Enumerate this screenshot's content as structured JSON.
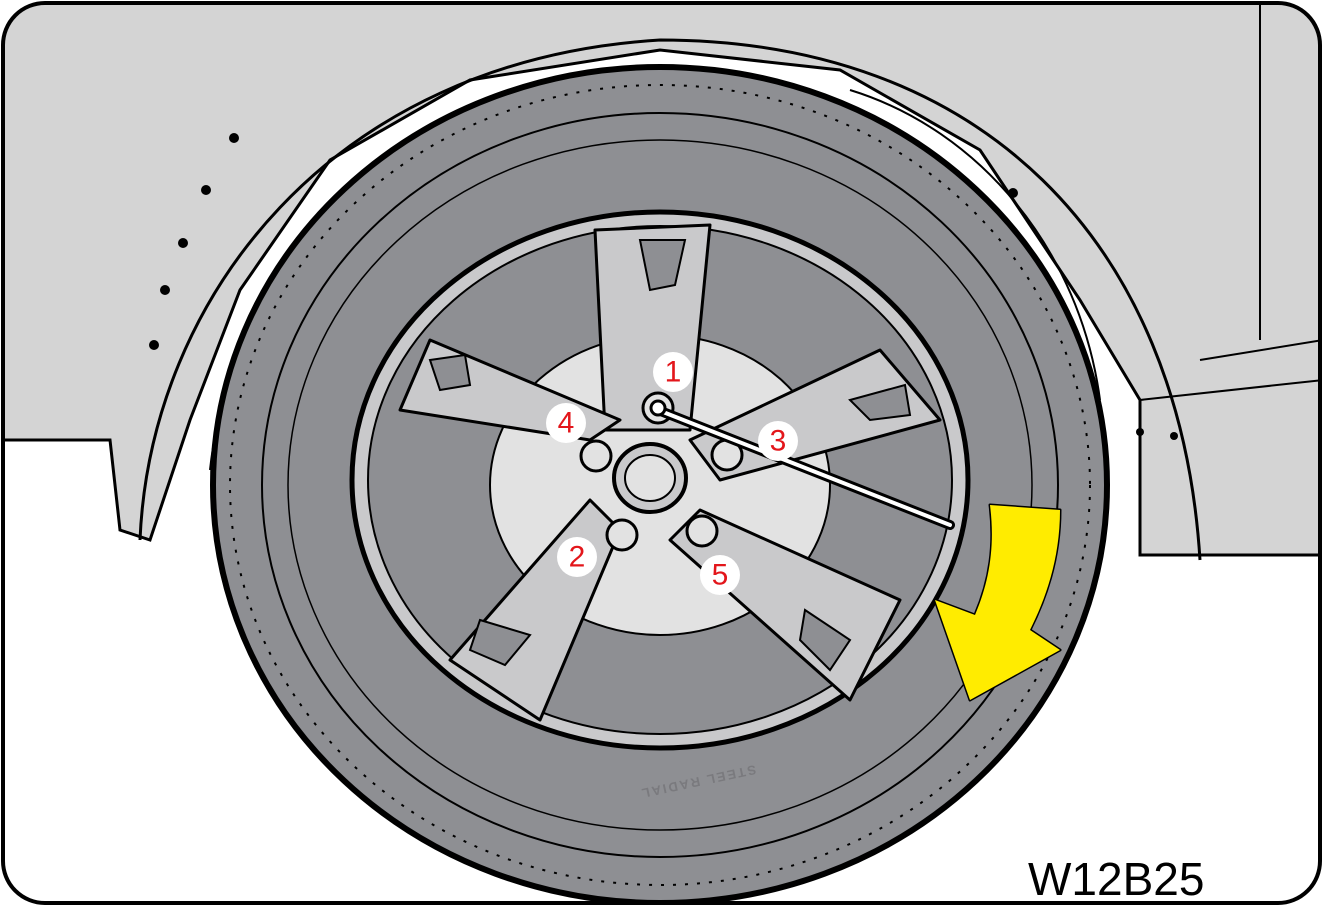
{
  "figure": {
    "code": "W12B25",
    "sidewall_text": "STEEL RADIAL",
    "nut_labels": [
      "1",
      "2",
      "3",
      "4",
      "5"
    ],
    "colors": {
      "body": "#d4d4d4",
      "tire": "#8e8f93",
      "wheel": "#c9c9cb",
      "disc": "#e2e2e2",
      "arrow": "#ffec00",
      "number": "#e3161b"
    },
    "arrow_direction": "counterclockwise-down"
  }
}
